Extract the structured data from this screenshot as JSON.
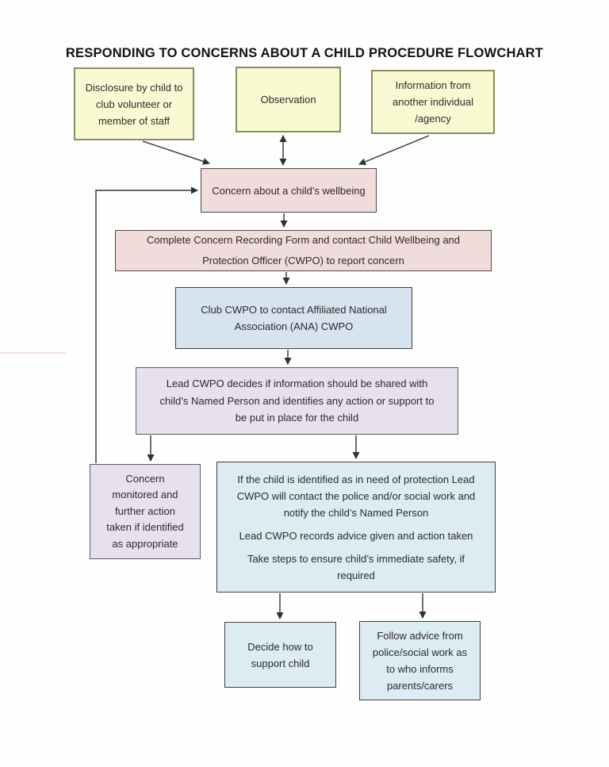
{
  "page": {
    "title": "RESPONDING TO CONCERNS ABOUT A CHILD PROCEDURE FLOWCHART"
  },
  "colors": {
    "source_yellow_fill": "#fafad2",
    "source_yellow_border": "#8c8c5a",
    "source_pink_fill": "#f0dcdb",
    "source_blue_fill": "#d7e4ef",
    "source_lightblue_fill": "#ddebf2",
    "source_lavender_fill": "#e6e1ec",
    "arrow_color": "#303030",
    "text_color": "#2b2b2b"
  },
  "nodes": {
    "disclosure": {
      "text": "Disclosure by child to\nclub volunteer or\nmember of staff"
    },
    "observation": {
      "text": "Observation"
    },
    "information": {
      "text": "Information from\nanother individual\n/agency"
    },
    "concern": {
      "text": "Concern about a child’s wellbeing"
    },
    "recording_form": {
      "text": "Complete Concern Recording Form and contact Child Wellbeing and\nProtection Officer (CWPO) to report concern"
    },
    "club_cwpo": {
      "text": "Club CWPO to contact Affiliated National\nAssociation (ANA) CWPO"
    },
    "lead_cwpo": {
      "text": "Lead CWPO decides if information should be shared with\nchild’s Named Person and identifies any action or support to\nbe put in place for the child"
    },
    "monitored": {
      "text": "Concern\nmonitored and\nfurther action\ntaken if identified\nas appropriate"
    },
    "protection": {
      "paragraphs": [
        "If the child is identified as in need of protection Lead\nCWPO will contact the police and/or social work and\nnotify the child’s Named Person",
        "Lead CWPO records advice given and action taken",
        "Take steps to ensure child’s immediate safety, if\nrequired"
      ]
    },
    "decide": {
      "text": "Decide how to\nsupport child"
    },
    "follow_advice": {
      "text": "Follow advice from\npolice/social work as\nto who informs\nparents/carers"
    }
  }
}
